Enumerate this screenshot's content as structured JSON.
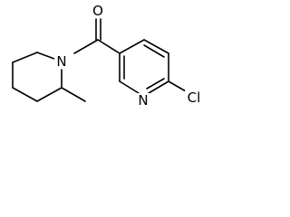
{
  "molecule": {
    "atom_labels": {
      "carbonyl_oxygen": "O",
      "piperidine_nitrogen": "N",
      "pyridine_nitrogen": "N",
      "chlorine": "Cl"
    }
  }
}
